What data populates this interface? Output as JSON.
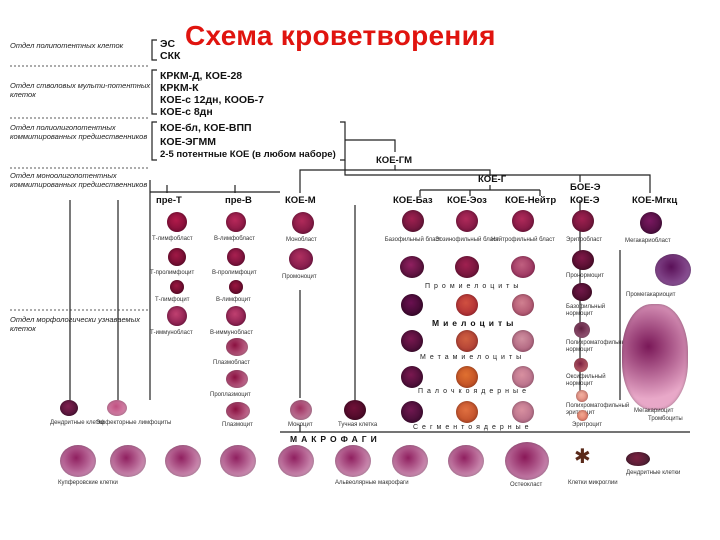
{
  "title": "Схема кроветворения",
  "left_sections": [
    "Отдел полипотентных клеток",
    "Отдел стволовых мульти-потентных клеток",
    "Отдел полиолигопотентных коммитированных предшественников",
    "Отдел моноолигопотентных коммитированных предшественников",
    "Отдел морфологически узнаваемых клеток"
  ],
  "top_levels": [
    "ЭС",
    "СКК",
    "КРКМ-Д, КОЕ-28",
    "КРКМ-К",
    "КОЕ-с 12дн, КООБ-7",
    "КОЕ-с 8дн",
    "КОЕ-бл, КОЕ-ВПП",
    "КОЕ-ЭГММ",
    "2-5 потентные КОЕ (в любом наборе)"
  ],
  "nodes": {
    "koe_gm": "КОЕ-ГМ",
    "koe_g": "КОЕ-Г",
    "pre_t": "пре-Т",
    "pre_b": "пре-В",
    "koe_m": "КОЕ-М",
    "koe_baz": "КОЕ-Баз",
    "koe_eoz": "КОЕ-Эоз",
    "koe_neitr": "КОЕ-Нейтр",
    "boe_e": "БОЕ-Э",
    "koe_e": "КОЕ-Э",
    "koe_mgkc": "КОЕ-Мгкц"
  },
  "labels": {
    "t_lymphoblast": "Т-лимфобласт",
    "b_lymphoblast": "В-лимфобласт",
    "monoblast": "Монобласт",
    "t_prolymph": "Т-пролимфоцит",
    "b_prolymph": "В-пролимфоцит",
    "promonocyte": "Промоноцит",
    "t_lymph": "Т-лимфоцит",
    "b_lymph": "В-лимфоцит",
    "t_immunoblast": "Т-иммунобласт",
    "b_immunoblast": "В-иммунобласт",
    "plasmoblast": "Плазмобласт",
    "proplasmocyte": "Проплазмоцит",
    "baso_blast": "Базофильный бласт",
    "eos_blast": "Эозинофильный бласт",
    "neut_blast": "Нейтрофильный бласт",
    "erythroblast": "Эритробласт",
    "megakaryoblast": "Мегакариобласт",
    "pronormocyte": "Пронормоцит",
    "promegakaryocyte": "Промегакариоцит",
    "baso_norm": "Базофильный нормоцит",
    "poly_norm": "Полихроматофильный нормоцит",
    "oxy_norm": "Оксифильный нормоцит",
    "poly_eryth": "Полихроматофильный эритроцит",
    "erythrocyte": "Эритроцит",
    "megakaryocyte": "Мегакариоцит",
    "thrombocytes": "Тромбоциты",
    "dendritic": "Дендритные клетки",
    "effector_lymph": "Эффекторные лимфоциты",
    "plasmocyte": "Плазмоцит",
    "monocyte": "Моноцит",
    "mast": "Тучная клетка",
    "microglia": "Клетки микроглии",
    "dendritic2": "Дендритные клетки",
    "kupffer": "Купферовские клетки",
    "alveolar": "Альвеолярные макрофаги",
    "osteoclast": "Остеокласт"
  },
  "bands": {
    "promyelocytes": "Промиелоциты",
    "myelocytes": "Миелоциты",
    "metamyelocytes": "Метамиелоциты",
    "band": "Палочкоядерные",
    "segmented": "Сегментоядерные",
    "macrophages": "МАКРОФАГИ"
  }
}
